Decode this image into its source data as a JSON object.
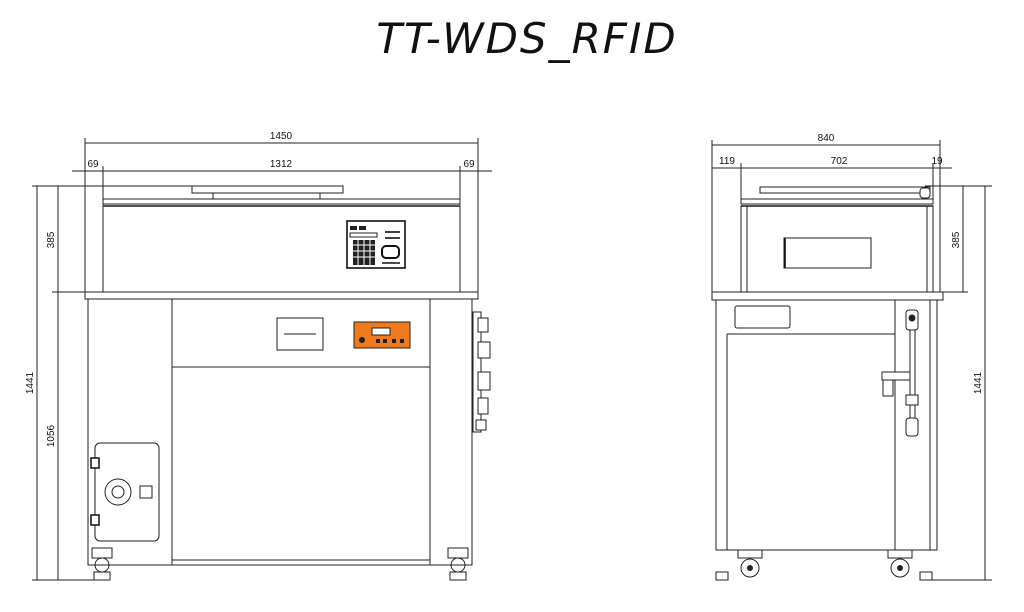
{
  "title": "TT-WDS_RFID",
  "front_view": {
    "dimensions": {
      "overall_width": "1450",
      "inner_width": "1312",
      "left_offset": "69",
      "right_offset": "69",
      "upper_height": "385",
      "overall_height": "1441",
      "base_height": "1056"
    },
    "colors": {
      "controller": "#f07a1e"
    }
  },
  "side_view": {
    "dimensions": {
      "overall_depth": "840",
      "left_offset": "119",
      "inner_depth": "702",
      "right_offset": "19",
      "upper_height": "385",
      "overall_height": "1441"
    }
  }
}
